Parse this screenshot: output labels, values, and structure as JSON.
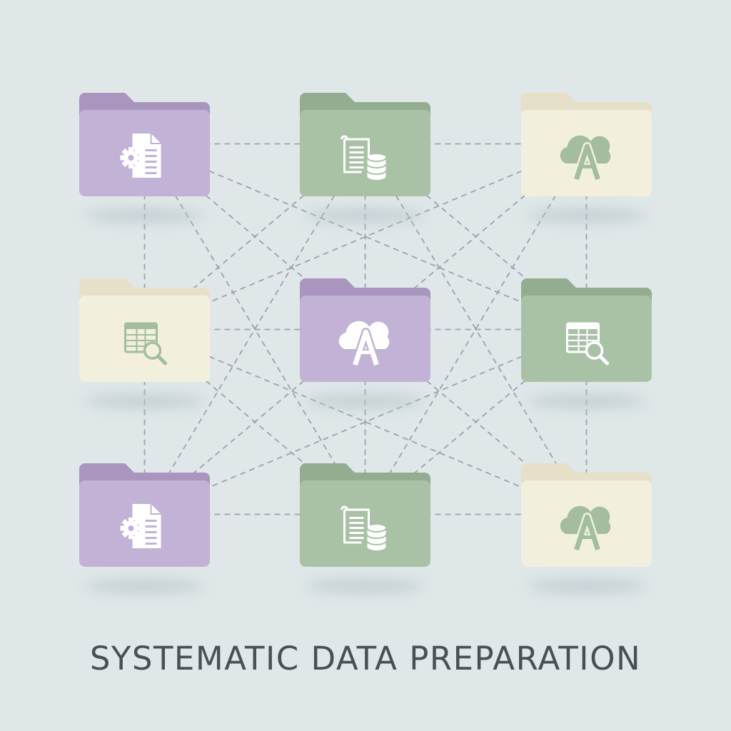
{
  "diagram": {
    "title": "SYSTEMATIC DATA PREPARATION",
    "palette": {
      "background": "#dfe7e8",
      "connector": "#9aa3ab",
      "purple": {
        "front": "#c2b2d6",
        "back": "#a995be",
        "icon": "#ffffff"
      },
      "green": {
        "front": "#a9c2a6",
        "back": "#94ad91",
        "icon": "#ffffff"
      },
      "cream": {
        "front": "#f2f0dd",
        "back": "#e7e0c8",
        "icon": "#a3bd9e"
      }
    },
    "folders": [
      {
        "id": "f1",
        "color": "purple",
        "icon": "document-gear-icon"
      },
      {
        "id": "f2",
        "color": "green",
        "icon": "document-database-icon"
      },
      {
        "id": "f3",
        "color": "cream",
        "icon": "cloud-a-icon"
      },
      {
        "id": "f4",
        "color": "cream",
        "icon": "table-search-icon"
      },
      {
        "id": "f5",
        "color": "purple",
        "icon": "cloud-a-icon"
      },
      {
        "id": "f6",
        "color": "green",
        "icon": "table-search-icon"
      },
      {
        "id": "f7",
        "color": "purple",
        "icon": "document-gear-icon"
      },
      {
        "id": "f8",
        "color": "green",
        "icon": "document-database-icon"
      },
      {
        "id": "f9",
        "color": "cream",
        "icon": "cloud-a-icon"
      }
    ],
    "connections": [
      [
        "f1",
        "f2"
      ],
      [
        "f2",
        "f3"
      ],
      [
        "f4",
        "f5"
      ],
      [
        "f5",
        "f6"
      ],
      [
        "f7",
        "f8"
      ],
      [
        "f8",
        "f9"
      ],
      [
        "f1",
        "f4"
      ],
      [
        "f4",
        "f7"
      ],
      [
        "f2",
        "f5"
      ],
      [
        "f5",
        "f8"
      ],
      [
        "f3",
        "f6"
      ],
      [
        "f6",
        "f9"
      ],
      [
        "f1",
        "f5"
      ],
      [
        "f5",
        "f9"
      ],
      [
        "f3",
        "f5"
      ],
      [
        "f5",
        "f7"
      ],
      [
        "f2",
        "f4"
      ],
      [
        "f2",
        "f6"
      ],
      [
        "f4",
        "f8"
      ],
      [
        "f6",
        "f8"
      ],
      [
        "f1",
        "f6"
      ],
      [
        "f3",
        "f4"
      ],
      [
        "f4",
        "f9"
      ],
      [
        "f6",
        "f7"
      ],
      [
        "f1",
        "f8"
      ],
      [
        "f3",
        "f8"
      ],
      [
        "f2",
        "f7"
      ],
      [
        "f2",
        "f9"
      ]
    ]
  }
}
